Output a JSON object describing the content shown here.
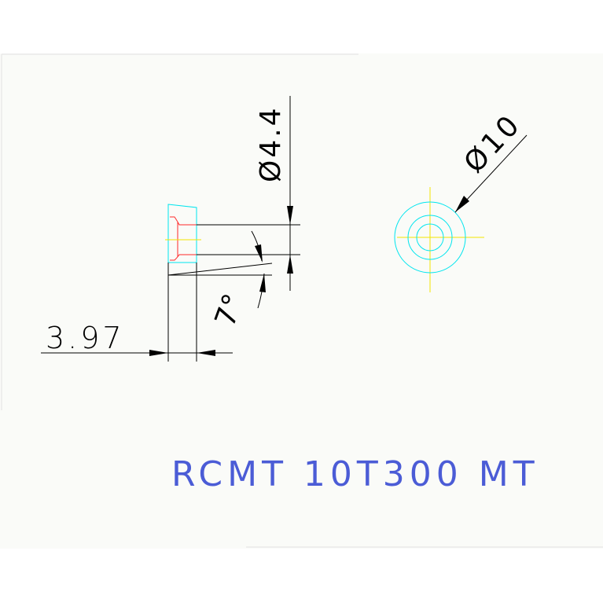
{
  "dimensions": {
    "thickness": "3.97",
    "hole_diameter": "Ø4.4",
    "outer_diameter": "Ø10",
    "angle": "7°"
  },
  "part_label": "RCMT 10T300 MT",
  "colors": {
    "dimension_line": "#000000",
    "geometry": "#00e5ee",
    "edge_detail": "#ff2a2a",
    "centerline": "#f2e600",
    "label": "#4b5cd6",
    "sheet": "#fafbf8",
    "sheet_border": "#e2e2e2"
  }
}
